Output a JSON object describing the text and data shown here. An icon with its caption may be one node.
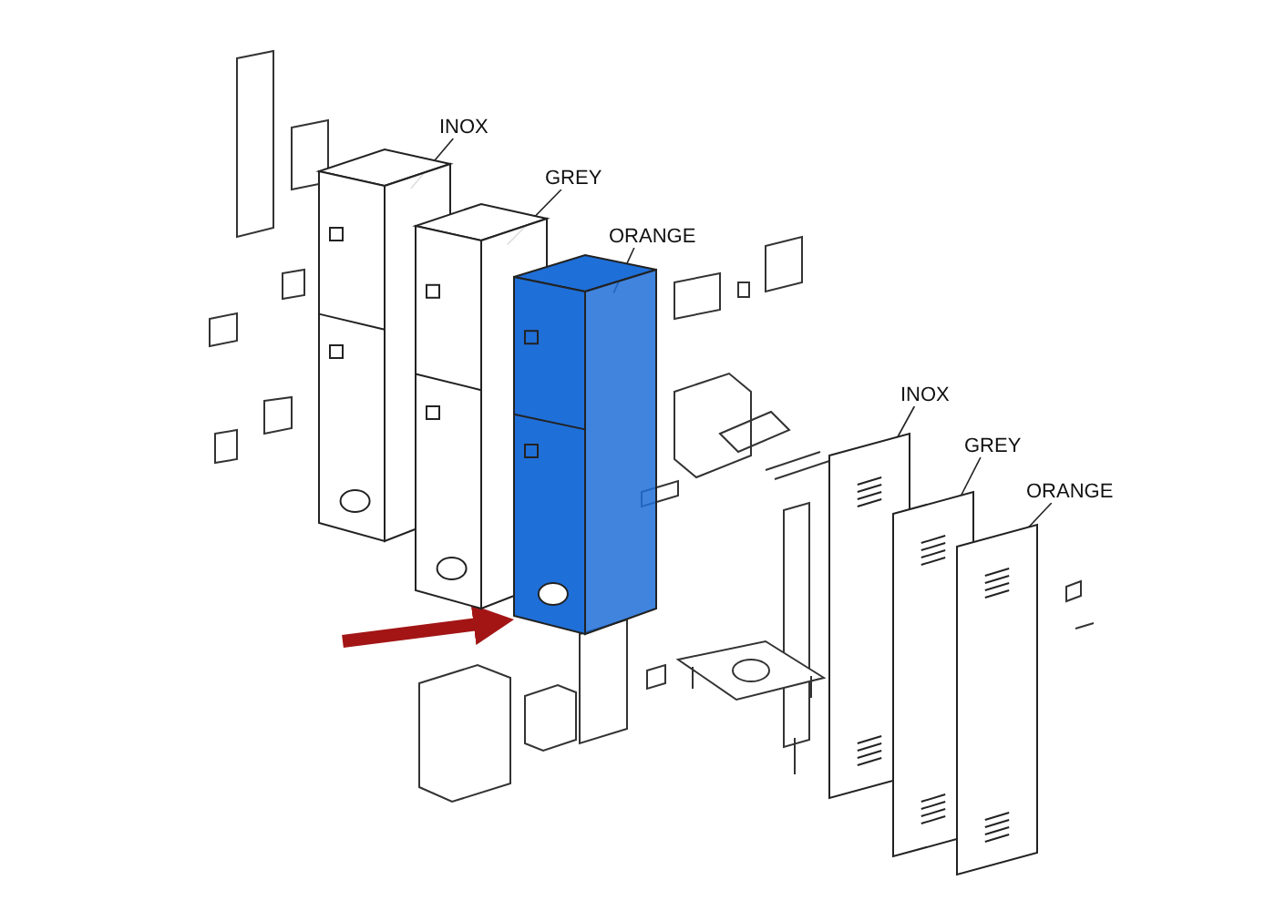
{
  "diagram": {
    "nodes": [
      {
        "text": [
          "INOX"
        ]
      },
      {
        "text": [
          "GREY"
        ]
      },
      {
        "text": [
          "ORANGE"
        ]
      },
      {
        "text": [
          "INOX"
        ]
      },
      {
        "text": [
          "GREY"
        ]
      },
      {
        "text": [
          "ORANGE"
        ]
      },
      {
        "text": [],
        "shape": "picture"
      },
      {
        "text": [],
        "shape": "picture"
      },
      {
        "text": [],
        "shape": "picture"
      },
      {
        "text": [],
        "shape": "picture"
      },
      {
        "text": [],
        "shape": "picture"
      },
      {
        "text": [],
        "shape": "picture"
      }
    ],
    "edges": [
      {
        "from": 0,
        "to": 6,
        "arrow": "none"
      },
      {
        "from": 1,
        "to": 7,
        "arrow": "none"
      },
      {
        "from": 2,
        "to": 8,
        "arrow": "none"
      },
      {
        "from": 3,
        "to": 9,
        "arrow": "none"
      },
      {
        "from": 4,
        "to": 10,
        "arrow": "none"
      },
      {
        "from": 5,
        "to": 11,
        "arrow": "none"
      },
      {
        "from": null,
        "to": 8,
        "arrow": "to",
        "style": "thick",
        "color": "#a31515"
      }
    ]
  }
}
